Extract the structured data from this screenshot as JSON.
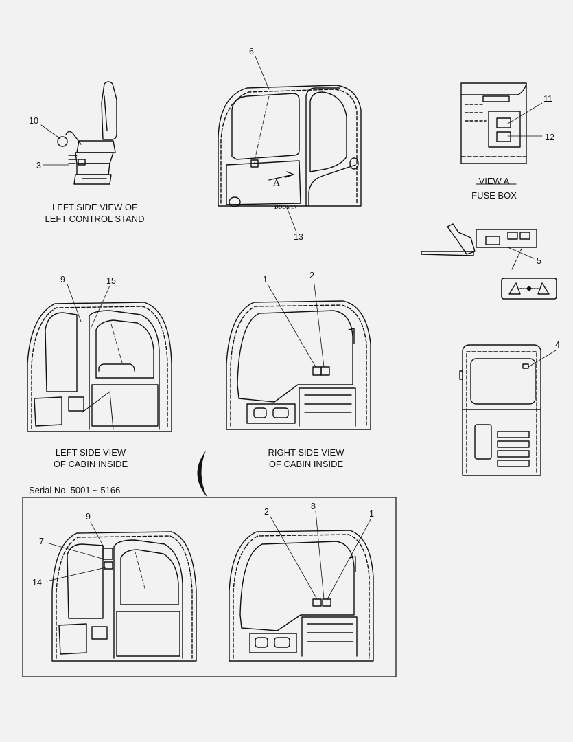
{
  "captions": {
    "left_control_stand": [
      "LEFT SIDE VIEW OF",
      "LEFT CONTROL STAND"
    ],
    "view_a_title": "VIEW  A",
    "view_a_sub": "FUSE BOX",
    "left_cabin": [
      "LEFT SIDE VIEW",
      "OF CABIN INSIDE"
    ],
    "right_cabin": [
      "RIGHT SIDE VIEW",
      "OF CABIN INSIDE"
    ],
    "serial": "Serial No. 5001 ~ 5166"
  },
  "view_marker": "A",
  "brand_mark": "DOOSAN",
  "callouts": [
    "6",
    "10",
    "3",
    "13",
    "11",
    "12",
    "5",
    "9",
    "15",
    "1",
    "2",
    "4",
    "9",
    "7",
    "14",
    "2",
    "8",
    "1"
  ]
}
